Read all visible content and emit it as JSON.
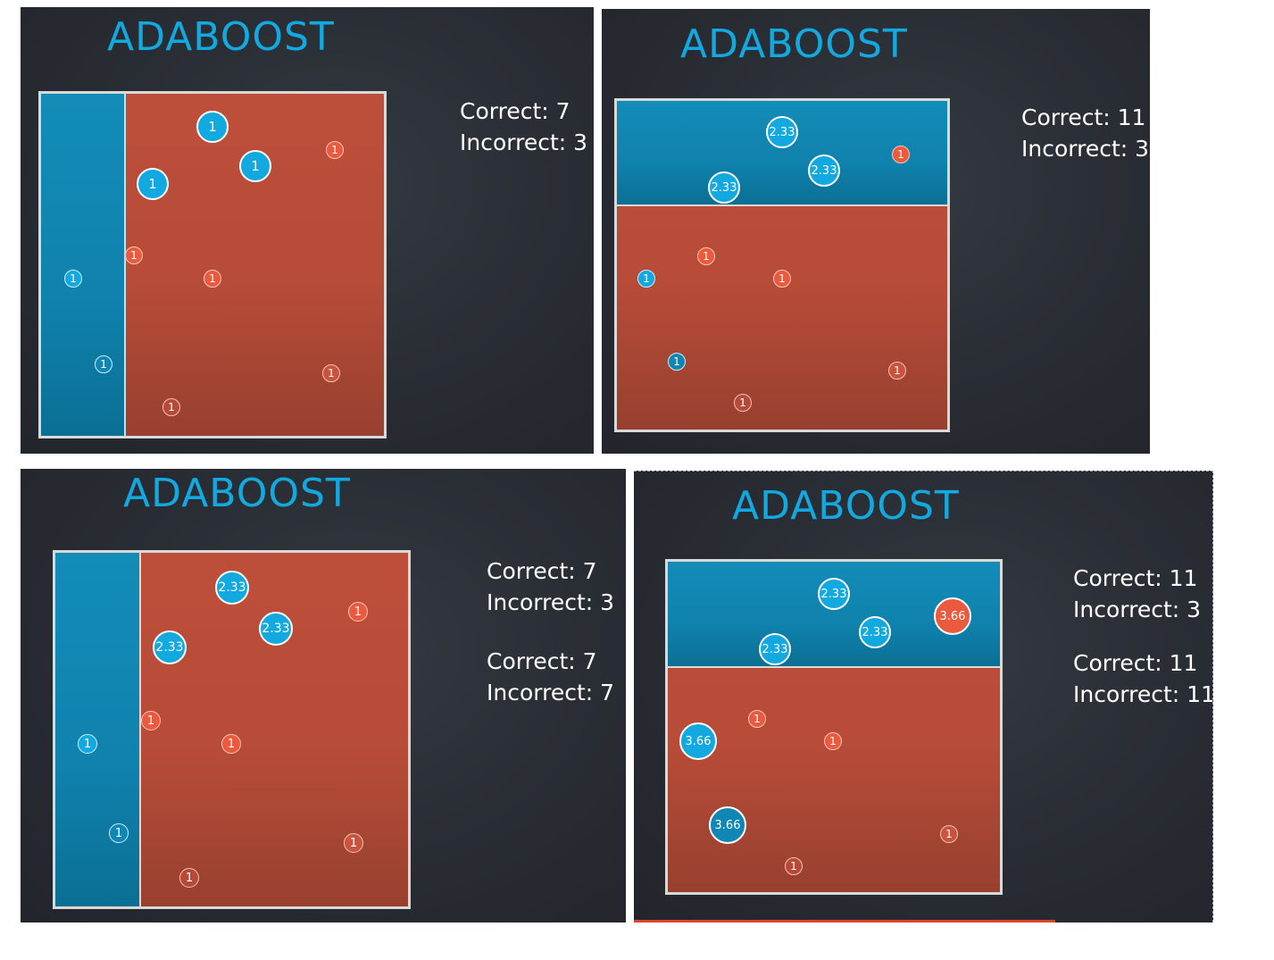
{
  "colors": {
    "accent": "#12a9e0",
    "negative": "#ea5a3e",
    "background": "#2a2e35"
  },
  "panels": [
    {
      "title": "ADABOOST",
      "stats": [
        {
          "correct": "Correct: 7",
          "incorrect": "Incorrect: 3"
        }
      ],
      "points": [
        {
          "label": "1"
        },
        {
          "label": "1"
        },
        {
          "label": "1"
        },
        {
          "label": "1"
        },
        {
          "label": "1"
        },
        {
          "label": "1"
        },
        {
          "label": "1"
        },
        {
          "label": "1"
        },
        {
          "label": "1"
        },
        {
          "label": "1"
        }
      ]
    },
    {
      "title": "ADABOOST",
      "stats": [
        {
          "correct": "Correct: 11",
          "incorrect": "Incorrect: 3"
        }
      ],
      "points": [
        {
          "label": "2.33"
        },
        {
          "label": "2.33"
        },
        {
          "label": "2.33"
        },
        {
          "label": "1"
        },
        {
          "label": "1"
        },
        {
          "label": "1"
        },
        {
          "label": "1"
        },
        {
          "label": "1"
        },
        {
          "label": "1"
        },
        {
          "label": "1"
        }
      ]
    },
    {
      "title": "ADABOOST",
      "stats": [
        {
          "correct": "Correct: 7",
          "incorrect": "Incorrect: 3"
        },
        {
          "correct": "Correct: 7",
          "incorrect": "Incorrect: 7"
        }
      ],
      "points": [
        {
          "label": "2.33"
        },
        {
          "label": "2.33"
        },
        {
          "label": "2.33"
        },
        {
          "label": "1"
        },
        {
          "label": "1"
        },
        {
          "label": "1"
        },
        {
          "label": "1"
        },
        {
          "label": "1"
        },
        {
          "label": "1"
        },
        {
          "label": "1"
        }
      ]
    },
    {
      "title": "ADABOOST",
      "stats": [
        {
          "correct": "Correct: 11",
          "incorrect": "Incorrect: 3"
        },
        {
          "correct": "Correct: 11",
          "incorrect": "Incorrect: 11"
        }
      ],
      "points": [
        {
          "label": "2.33"
        },
        {
          "label": "2.33"
        },
        {
          "label": "2.33"
        },
        {
          "label": "3.66"
        },
        {
          "label": "1"
        },
        {
          "label": "3.66"
        },
        {
          "label": "1"
        },
        {
          "label": "3.66"
        },
        {
          "label": "1"
        },
        {
          "label": "1"
        }
      ]
    }
  ]
}
